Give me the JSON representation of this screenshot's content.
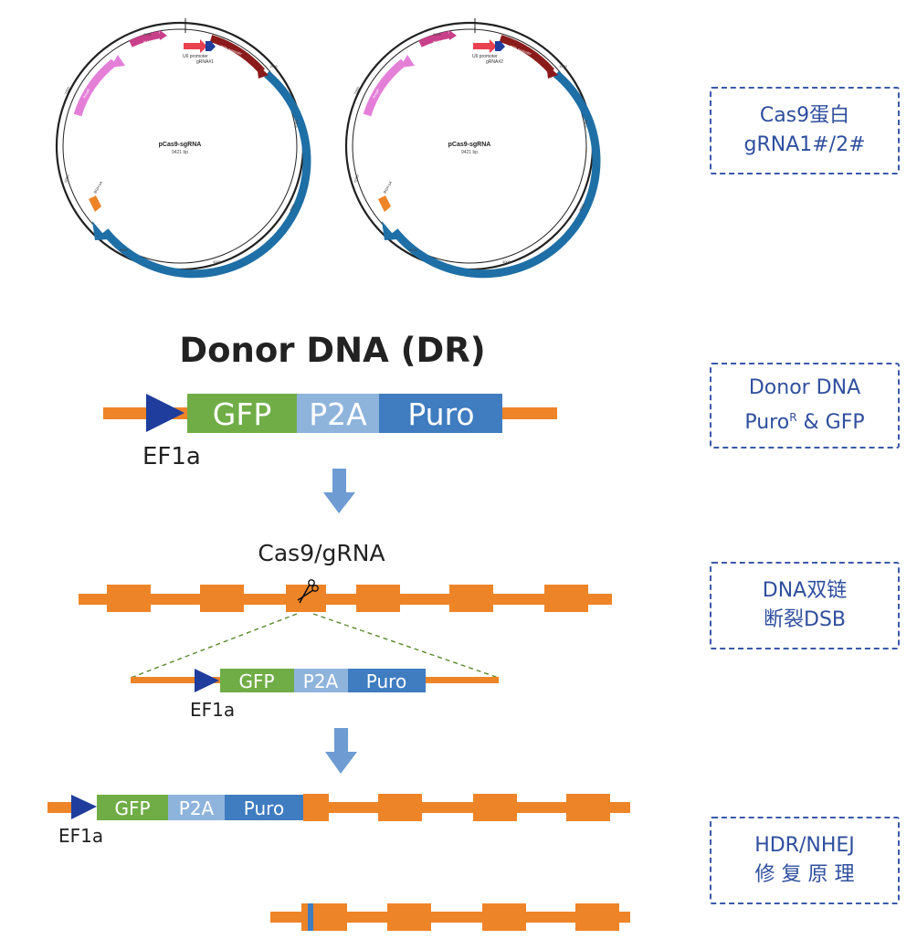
{
  "plasmids": [
    {
      "name": "pCas9-sgRNA",
      "size": "9421 bp",
      "grna_label": "gRNA#1",
      "features": {
        "puc": "pUC ori",
        "u6": "U6 promoter",
        "cbh": "CBh promoter",
        "amp": "AmpR",
        "cas9": "hCas9",
        "polya": "BGH pA"
      },
      "ticks": [
        "8000",
        "1000",
        "2000",
        "3000",
        "4000",
        "5000",
        "6000",
        "7000"
      ]
    },
    {
      "name": "pCas9-sgRNA",
      "size": "9421 bp",
      "grna_label": "gRNA#2",
      "features": {
        "puc": "pUC ori",
        "u6": "U6 promoter",
        "cbh": "CBh promoter",
        "amp": "AmpR",
        "cas9": "hCas9",
        "polya": "BGH pA"
      },
      "ticks": [
        "8000",
        "1000",
        "2000",
        "3000",
        "4000",
        "5000",
        "6000",
        "7000"
      ]
    }
  ],
  "title": "Donor DNA (DR)",
  "donor": {
    "promoter": "EF1a",
    "seg1": "GFP",
    "seg2": "P2A",
    "seg3": "Puro"
  },
  "cut_label": "Cas9/gRNA",
  "side_boxes": {
    "box1": {
      "line1": "Cas9蛋白",
      "line2": "gRNA1#/2#"
    },
    "box2": {
      "line1": "Donor DNA",
      "line2_main": "Puro",
      "line2_sup": "R",
      "line2_rest": " & GFP"
    },
    "box3": {
      "line1": "DNA双链",
      "line2": "断裂DSB"
    },
    "box4": {
      "line1": "HDR/NHEJ",
      "line2": "修 复 原 理"
    }
  },
  "colors": {
    "orange": "#ee8428",
    "gfp": "#70ad47",
    "p2a": "#8fb4dc",
    "puro": "#3f7cc0",
    "arrow_dark": "#1f3d9c",
    "down_arrow": "#6d9bd2",
    "backbone": "#1e6fa6",
    "pink": "#e47fd8",
    "dashed": "#5a8a2a",
    "box_text": "#2f4f9e"
  }
}
